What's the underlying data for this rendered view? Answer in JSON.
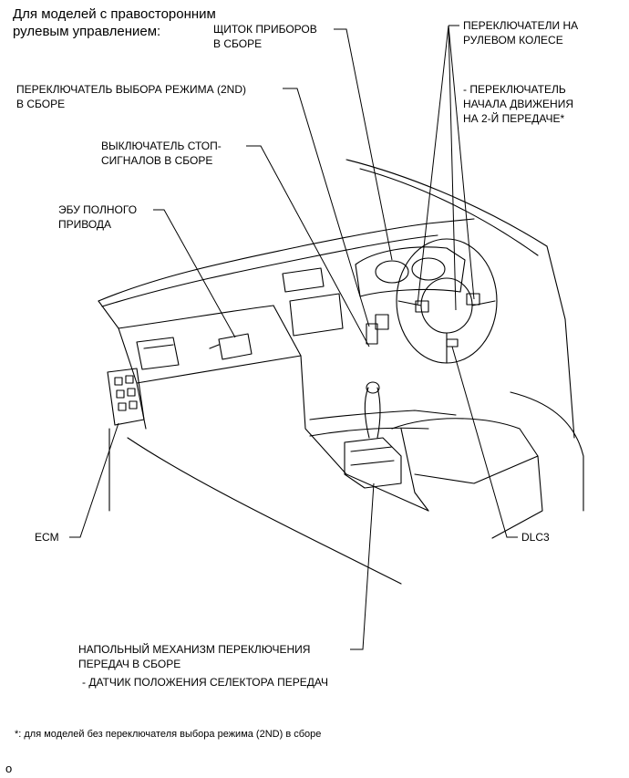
{
  "header": "Для моделей с правосторонним\nрулевым управлением:",
  "labels": {
    "instrument_cluster": "ЩИТОК ПРИБОРОВ\nВ СБОРЕ",
    "steering_switches": "ПЕРЕКЛЮЧАТЕЛИ НА\nРУЛЕВОМ КОЛЕСЕ",
    "second_start_switch": "- ПЕРЕКЛЮЧАТЕЛЬ\nНАЧАЛА ДВИЖЕНИЯ\nНА 2-Й ПЕРЕДАЧЕ*",
    "mode_select_switch": "ПЕРЕКЛЮЧАТЕЛЬ ВЫБОРА РЕЖИМА (2ND)\nВ СБОРЕ",
    "stop_light_switch": "ВЫКЛЮЧАТЕЛЬ СТОП-\nСИГНАЛОВ В СБОРЕ",
    "awd_ecu": "ЭБУ ПОЛНОГО\nПРИВОДА",
    "ecm": "ECM",
    "dlc3": "DLC3",
    "floor_shift": "НАПОЛЬНЫЙ МЕХАНИЗМ ПЕРЕКЛЮЧЕНИЯ\nПЕРЕДАЧ В СБОРЕ",
    "shift_position_sensor": "- ДАТЧИК ПОЛОЖЕНИЯ СЕЛЕКТОРА ПЕРЕДАЧ"
  },
  "footnote": "*: для моделей без переключателя выбора режима (2ND) в сборе",
  "corner_mark": "o",
  "colors": {
    "line": "#000000",
    "background": "#ffffff"
  }
}
